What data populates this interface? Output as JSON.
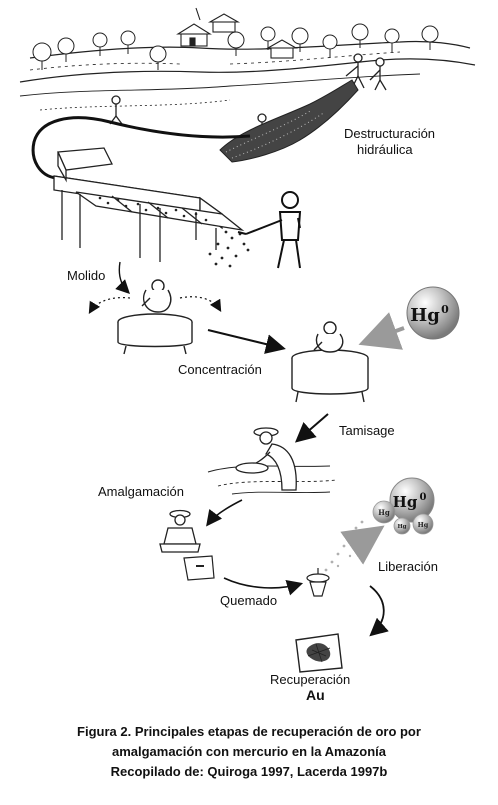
{
  "labels": {
    "destructuracion_line1": "Destructuración",
    "destructuracion_line2": "hidráulica",
    "molido": "Molido",
    "concentracion": "Concentración",
    "tamisage": "Tamisage",
    "amalgamacion": "Amalgamación",
    "quemado": "Quemado",
    "liberacion": "Liberación",
    "recuperacion": "Recuperación",
    "au": "Au"
  },
  "mercury": {
    "big_symbol": "Hg",
    "big_sup": "0",
    "release_symbol": "Hg",
    "release_sup": "0",
    "small_symbol": "Hg"
  },
  "caption": {
    "line1": "Figura 2. Principales etapas de recuperación de oro por",
    "line2": "amalgamación con mercurio en la Amazonía",
    "line3": "Recopilado de: Quiroga 1997, Lacerda 1997b"
  }
}
